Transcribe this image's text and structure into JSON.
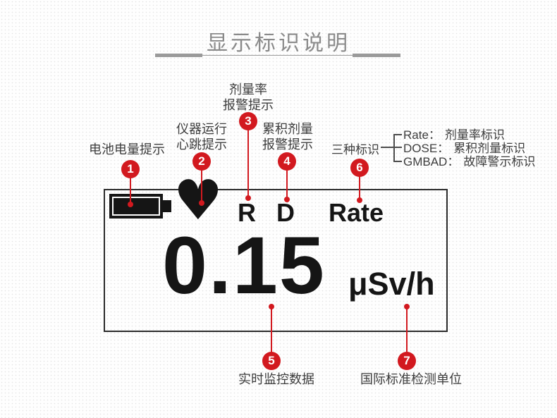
{
  "title": "显示标识说明",
  "display": {
    "heart_icon": "♥",
    "indicator_r": "R",
    "indicator_d": "D",
    "mode_label": "Rate",
    "value": "0.15",
    "unit": "μSv/h"
  },
  "callouts": [
    {
      "num": "1",
      "label": "电池电量提示"
    },
    {
      "num": "2",
      "line1": "仪器运行",
      "line2": "心跳提示"
    },
    {
      "num": "3",
      "line1": "剂量率",
      "line2": "报警提示"
    },
    {
      "num": "4",
      "line1": "累积剂量",
      "line2": "报警提示"
    },
    {
      "num": "5",
      "label": "实时监控数据"
    },
    {
      "num": "6",
      "label": "三种标识"
    },
    {
      "num": "7",
      "label": "国际标准检测单位"
    }
  ],
  "legend": [
    {
      "key": "Rate：",
      "desc": "剂量率标识"
    },
    {
      "key": "DOSE：",
      "desc": "累积剂量标识"
    },
    {
      "key": "GMBAD：",
      "desc": "故障警示标识"
    }
  ],
  "colors": {
    "accent_red": "#d2191f",
    "title_gray": "#8a8a8a",
    "text_dark": "#3d3d3d",
    "display_black": "#151515"
  }
}
